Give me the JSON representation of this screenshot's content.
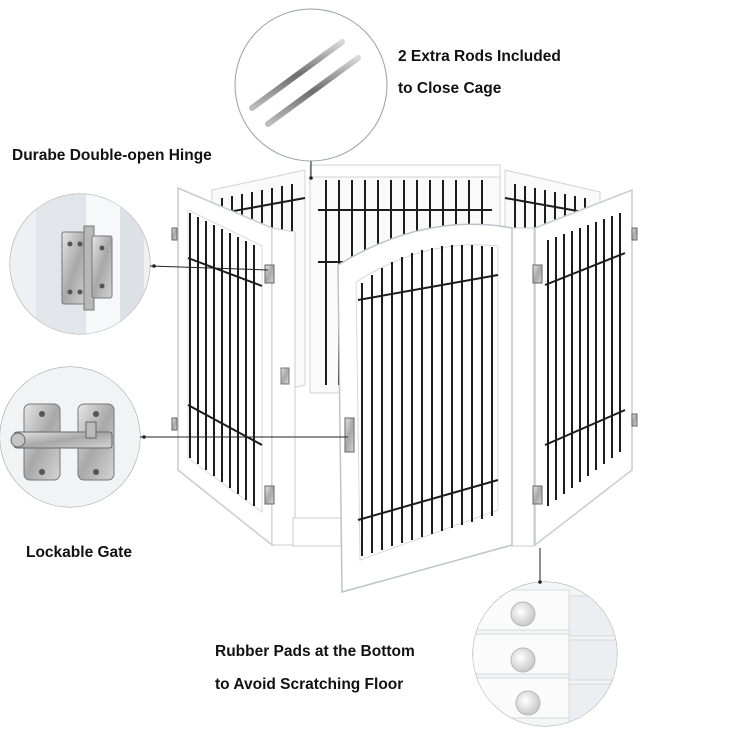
{
  "labels": {
    "rods_line1": "2 Extra Rods Included",
    "rods_line2": "to Close Cage",
    "hinge": "Durabe Double-open Hinge",
    "gate": "Lockable Gate",
    "pads_line1": "Rubber Pads at the Bottom",
    "pads_line2": "to Avoid Scratching Floor"
  },
  "colors": {
    "frame": "#ffffff",
    "frame_shadow": "#cfd2d6",
    "bars": "#1c1c1c",
    "metal": "#9a9a9a",
    "text": "#111111"
  }
}
